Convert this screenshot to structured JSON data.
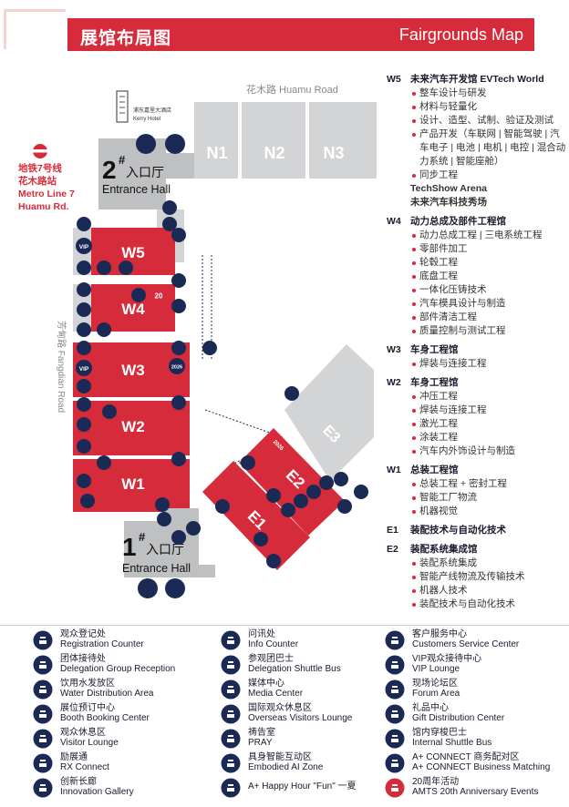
{
  "header": {
    "title_zh": "展馆布局图",
    "title_en": "Fairgrounds Map"
  },
  "map": {
    "road_top": "花木路  Huamu Road",
    "road_left": "芳甸路  Fangdian Road",
    "hotel": {
      "name_zh": "浦东嘉里大酒店",
      "name_en": "Kerry Hotel"
    },
    "metro": {
      "line1": "地铁7号线",
      "line2": "花木路站",
      "line3": "Metro Line 7",
      "line4": "Huamu Rd."
    },
    "entrance2": {
      "num": "2",
      "mark": "#",
      "zh": "入口厅",
      "en": "Entrance Hall"
    },
    "entrance1": {
      "num": "1",
      "mark": "#",
      "zh": "入口厅",
      "en": "Entrance Hall"
    },
    "halls": {
      "n1": "N1",
      "n2": "N2",
      "n3": "N3",
      "w1": "W1",
      "w2": "W2",
      "w3": "W3",
      "w4": "W4",
      "w5": "W5",
      "e1": "E1",
      "e2": "E2",
      "e3": "E3"
    },
    "badges": {
      "vip": "VIP",
      "year": "2026",
      "twenty": "20"
    }
  },
  "legend_right": [
    {
      "code": "W5",
      "name": "未来汽车开发馆 EVTech World",
      "items": [
        "整车设计与研发",
        "材料与轻量化",
        "设计、造型、试制、验证及测试",
        "产品开发（车联网 | 智能驾驶 | 汽车电子 | 电池 | 电机 | 电控 | 混合动力系统 | 智能座舱）",
        "同步工程"
      ],
      "extra1": "TechShow Arena",
      "extra2": "未来汽车科技秀场"
    },
    {
      "code": "W4",
      "name": "动力总成及部件工程馆",
      "items": [
        "动力总成工程 | 三电系统工程",
        "零部件加工",
        "轮毂工程",
        "底盘工程",
        "一体化压铸技术",
        "汽车模具设计与制造",
        "部件清洁工程",
        "质量控制与测试工程"
      ]
    },
    {
      "code": "W3",
      "name": "车身工程馆",
      "items": [
        "焊装与连接工程"
      ]
    },
    {
      "code": "W2",
      "name": "车身工程馆",
      "items": [
        "冲压工程",
        "焊装与连接工程",
        "激光工程",
        "涂装工程",
        "汽车内外饰设计与制造"
      ]
    },
    {
      "code": "W1",
      "name": "总装工程馆",
      "items": [
        "总装工程 + 密封工程",
        "智能工厂物流",
        "机器视觉"
      ]
    },
    {
      "code": "E1",
      "name": "装配技术与自动化技术",
      "items": []
    },
    {
      "code": "E2",
      "name": "装配系统集成馆",
      "items": [
        "装配系统集成",
        "智能产线物流及传输技术",
        "机器人技术",
        "装配技术与自动化技术"
      ]
    }
  ],
  "legend_bottom": [
    {
      "icon": "registration-icon",
      "zh": "观众登记处",
      "en": "Registration Counter"
    },
    {
      "icon": "delegation-icon",
      "zh": "团体接待处",
      "en": "Delegation Group Reception"
    },
    {
      "icon": "water-icon",
      "zh": "饮用水发放区",
      "en": "Water Distribution Area"
    },
    {
      "icon": "booth-booking-icon",
      "zh": "展位预订中心",
      "en": "Booth Booking Center"
    },
    {
      "icon": "visitor-lounge-icon",
      "zh": "观众休息区",
      "en": "Visitor Lounge"
    },
    {
      "icon": "rx-connect-icon",
      "zh": "励展通",
      "en": "RX Connect"
    },
    {
      "icon": "innovation-gallery-icon",
      "zh": "创新长廊",
      "en": "Innovation Gallery"
    },
    {
      "icon": "info-question-icon",
      "zh": "问讯处",
      "en": "Info Counter"
    },
    {
      "icon": "shuttle-bus-icon",
      "zh": "参观团巴士",
      "en": "Delegation Shuttle Bus"
    },
    {
      "icon": "media-center-icon",
      "zh": "媒体中心",
      "en": "Media Center"
    },
    {
      "icon": "overseas-lounge-icon",
      "zh": "国际观众休息区",
      "en": "Overseas Visitors Lounge"
    },
    {
      "icon": "pray-icon",
      "zh": "祷告室",
      "en": "PRAY"
    },
    {
      "icon": "ai-zone-icon",
      "zh": "具身智能互动区",
      "en": "Embodied AI Zone"
    },
    {
      "icon": "happy-hour-icon",
      "zh": "",
      "en": "A+ Happy Hour \"Fun\" 一夏"
    },
    {
      "icon": "customer-service-icon",
      "zh": "客户服务中心",
      "en": "Customers Service Center"
    },
    {
      "icon": "vip-lounge-icon",
      "zh": "VIP观众接待中心",
      "en": "VIP Lounge"
    },
    {
      "icon": "forum-icon",
      "zh": "现场论坛区",
      "en": "Forum Area"
    },
    {
      "icon": "gift-icon",
      "zh": "礼品中心",
      "en": "Gift Distribution Center"
    },
    {
      "icon": "internal-shuttle-icon",
      "zh": "馆内穿梭巴士",
      "en": "Internal Shuttle Bus"
    },
    {
      "icon": "business-matching-icon",
      "zh": "A+ CONNECT 商务配对区",
      "en": "A+ CONNECT Business Matching"
    },
    {
      "icon": "anniversary-icon",
      "zh": "20周年活动",
      "en": "AMTS 20th Anniversary Events"
    }
  ],
  "colors": {
    "brand_red": "#d62b3a",
    "navy": "#1b2a55",
    "hall_gray": "#d3d4d6",
    "entrance_gray": "#bfc0c2"
  }
}
